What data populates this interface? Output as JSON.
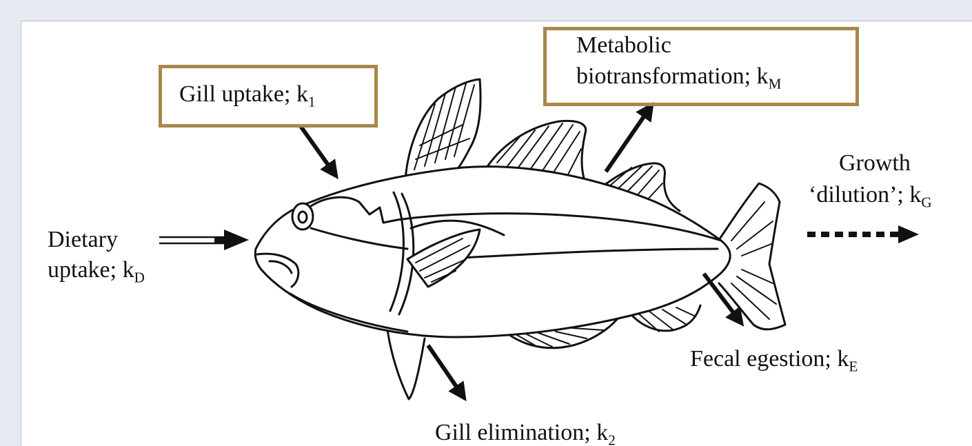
{
  "colors": {
    "box_border": "#a8884a",
    "ink": "#111111",
    "page_bg": "#e6ebf1"
  },
  "labels": {
    "gill_uptake": {
      "text": "Gill uptake; k",
      "sub": "1"
    },
    "metabolic_line1": "Metabolic",
    "metabolic_line2": {
      "text": "biotransformation; k",
      "sub": "M"
    },
    "growth_line1": "Growth",
    "growth_line2": {
      "text": "‘dilution’; k",
      "sub": "G"
    },
    "dietary_line1": "Dietary",
    "dietary_line2": {
      "text": "uptake; k",
      "sub": "D"
    },
    "fecal": {
      "text": "Fecal egestion; k",
      "sub": "E"
    },
    "gill_elim": {
      "text": "Gill elimination; k",
      "sub": "2"
    }
  },
  "highlighted": [
    "gill_uptake",
    "metabolic_biotransformation"
  ]
}
